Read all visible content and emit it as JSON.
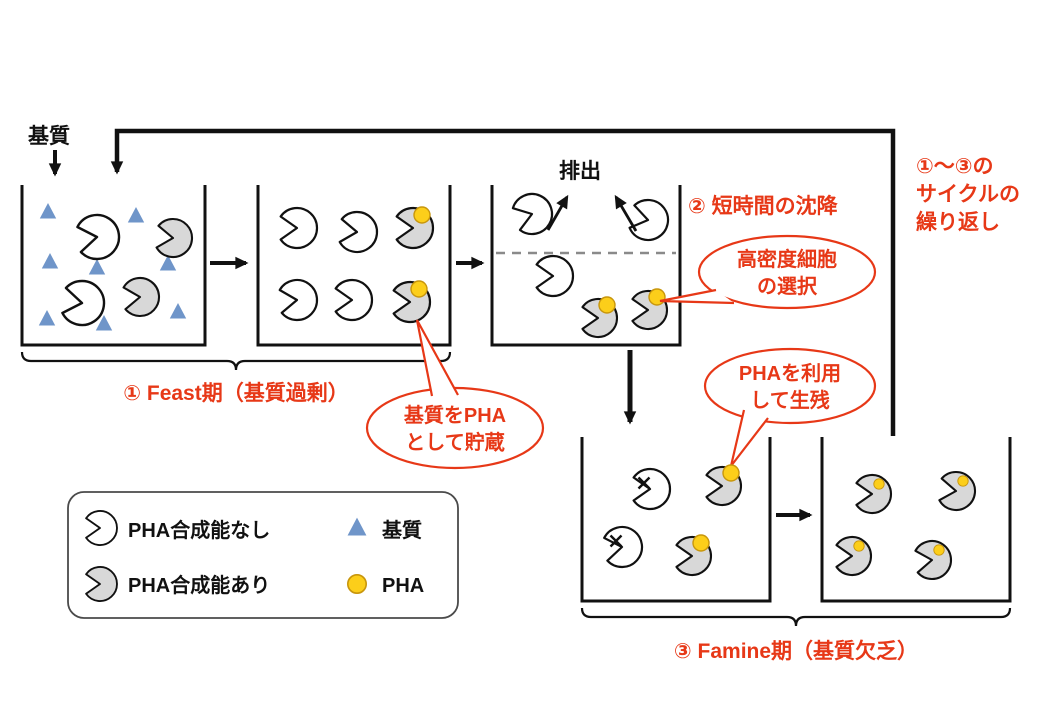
{
  "diagram": {
    "inlet_label": "基質",
    "discharge_label": "排出",
    "sedimentation_label": "② 短時間の沈降",
    "feast_label": "① Feast期（基質過剰）",
    "famine_label": "③ Famine期（基質欠乏）",
    "cycle_label": [
      "①～③の",
      "サイクルの",
      "繰り返し"
    ],
    "bubbles": {
      "selection": [
        "高密度細胞",
        "の選択"
      ],
      "storage": [
        "基質をPHA",
        "として貯蔵"
      ],
      "survival": [
        "PHAを利用",
        "して生残"
      ]
    }
  },
  "legend": {
    "no_pha_label": "PHA合成能なし",
    "with_pha_label": "PHA合成能あり",
    "substrate_label": "基質",
    "pha_label": "PHA"
  },
  "colors": {
    "accent_red": "#e73817",
    "substrate_blue": "#6f95c9",
    "pha_yellow": "#fcce1a",
    "cell_gray": "#d8d8d8",
    "line_black": "#111111"
  }
}
